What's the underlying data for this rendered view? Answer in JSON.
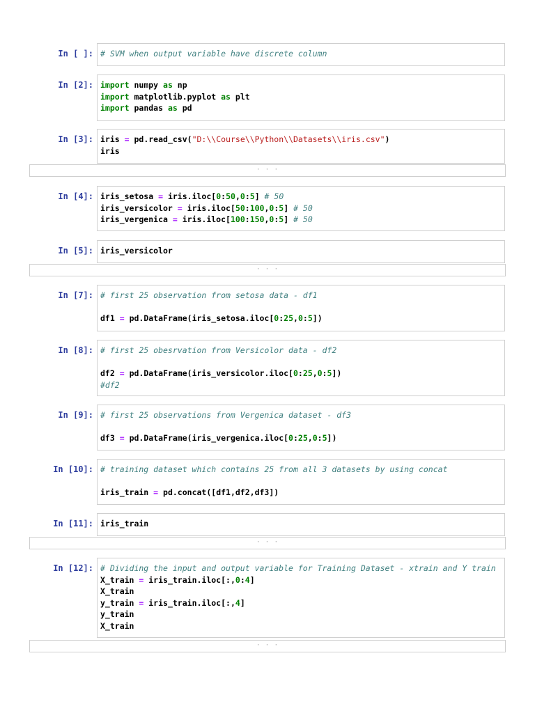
{
  "cells": [
    {
      "prompt": "In [ ]:",
      "top": 0,
      "lines": [
        [
          {
            "t": "cm",
            "v": "# SVM when output variable have discrete column"
          }
        ]
      ]
    },
    {
      "prompt": "In [2]:",
      "lines": [
        [
          {
            "t": "kw",
            "v": "import"
          },
          {
            "t": "id",
            "v": " numpy "
          },
          {
            "t": "kw",
            "v": "as"
          },
          {
            "t": "id",
            "v": " np"
          }
        ],
        [
          {
            "t": "kw",
            "v": "import"
          },
          {
            "t": "id",
            "v": " matplotlib.pyplot "
          },
          {
            "t": "kw",
            "v": "as"
          },
          {
            "t": "id",
            "v": " plt"
          }
        ],
        [
          {
            "t": "kw",
            "v": "import"
          },
          {
            "t": "id",
            "v": " pandas "
          },
          {
            "t": "kw",
            "v": "as"
          },
          {
            "t": "id",
            "v": " pd"
          }
        ]
      ]
    },
    {
      "prompt": "In [3]:",
      "lines": [
        [
          {
            "t": "id",
            "v": "iris "
          },
          {
            "t": "op",
            "v": "="
          },
          {
            "t": "id",
            "v": " pd.read_csv("
          },
          {
            "t": "str",
            "v": "\"D:\\\\Course\\\\Python\\\\Datasets\\\\iris.csv\""
          },
          {
            "t": "id",
            "v": ")"
          }
        ],
        [
          {
            "t": "id",
            "v": "iris"
          }
        ]
      ]
    },
    {
      "prompt": "In [4]:",
      "lines": [
        [
          {
            "t": "id",
            "v": "iris_setosa "
          },
          {
            "t": "op",
            "v": "="
          },
          {
            "t": "id",
            "v": " iris.iloc["
          },
          {
            "t": "num",
            "v": "0"
          },
          {
            "t": "id",
            "v": ":"
          },
          {
            "t": "num",
            "v": "50"
          },
          {
            "t": "id",
            "v": ","
          },
          {
            "t": "num",
            "v": "0"
          },
          {
            "t": "id",
            "v": ":"
          },
          {
            "t": "num",
            "v": "5"
          },
          {
            "t": "id",
            "v": "] "
          },
          {
            "t": "cm",
            "v": "# 50"
          }
        ],
        [
          {
            "t": "id",
            "v": "iris_versicolor "
          },
          {
            "t": "op",
            "v": "="
          },
          {
            "t": "id",
            "v": " iris.iloc["
          },
          {
            "t": "num",
            "v": "50"
          },
          {
            "t": "id",
            "v": ":"
          },
          {
            "t": "num",
            "v": "100"
          },
          {
            "t": "id",
            "v": ","
          },
          {
            "t": "num",
            "v": "0"
          },
          {
            "t": "id",
            "v": ":"
          },
          {
            "t": "num",
            "v": "5"
          },
          {
            "t": "id",
            "v": "] "
          },
          {
            "t": "cm",
            "v": "# 50"
          }
        ],
        [
          {
            "t": "id",
            "v": "iris_vergenica "
          },
          {
            "t": "op",
            "v": "="
          },
          {
            "t": "id",
            "v": " iris.iloc["
          },
          {
            "t": "num",
            "v": "100"
          },
          {
            "t": "id",
            "v": ":"
          },
          {
            "t": "num",
            "v": "150"
          },
          {
            "t": "id",
            "v": ","
          },
          {
            "t": "num",
            "v": "0"
          },
          {
            "t": "id",
            "v": ":"
          },
          {
            "t": "num",
            "v": "5"
          },
          {
            "t": "id",
            "v": "] "
          },
          {
            "t": "cm",
            "v": "# 50"
          }
        ]
      ]
    },
    {
      "prompt": "In [5]:",
      "lines": [
        [
          {
            "t": "id",
            "v": "iris_versicolor"
          }
        ]
      ]
    },
    {
      "prompt": "In [7]:",
      "lines": [
        [
          {
            "t": "cm",
            "v": "# first 25 observation from setosa data - df1"
          }
        ],
        [],
        [
          {
            "t": "id",
            "v": "df1 "
          },
          {
            "t": "op",
            "v": "="
          },
          {
            "t": "id",
            "v": " pd.DataFrame(iris_setosa.iloc["
          },
          {
            "t": "num",
            "v": "0"
          },
          {
            "t": "id",
            "v": ":"
          },
          {
            "t": "num",
            "v": "25"
          },
          {
            "t": "id",
            "v": ","
          },
          {
            "t": "num",
            "v": "0"
          },
          {
            "t": "id",
            "v": ":"
          },
          {
            "t": "num",
            "v": "5"
          },
          {
            "t": "id",
            "v": "])"
          }
        ]
      ]
    },
    {
      "prompt": "In [8]:",
      "lines": [
        [
          {
            "t": "cm",
            "v": "# first 25 obesrvation from Versicolor data - df2"
          }
        ],
        [],
        [
          {
            "t": "id",
            "v": "df2 "
          },
          {
            "t": "op",
            "v": "="
          },
          {
            "t": "id",
            "v": " pd.DataFrame(iris_versicolor.iloc["
          },
          {
            "t": "num",
            "v": "0"
          },
          {
            "t": "id",
            "v": ":"
          },
          {
            "t": "num",
            "v": "25"
          },
          {
            "t": "id",
            "v": ","
          },
          {
            "t": "num",
            "v": "0"
          },
          {
            "t": "id",
            "v": ":"
          },
          {
            "t": "num",
            "v": "5"
          },
          {
            "t": "id",
            "v": "])"
          }
        ],
        [
          {
            "t": "cm",
            "v": "#df2"
          }
        ]
      ]
    },
    {
      "prompt": "In [9]:",
      "lines": [
        [
          {
            "t": "cm",
            "v": "# first 25 observations from Vergenica dataset - df3"
          }
        ],
        [],
        [
          {
            "t": "id",
            "v": "df3 "
          },
          {
            "t": "op",
            "v": "="
          },
          {
            "t": "id",
            "v": " pd.DataFrame(iris_vergenica.iloc["
          },
          {
            "t": "num",
            "v": "0"
          },
          {
            "t": "id",
            "v": ":"
          },
          {
            "t": "num",
            "v": "25"
          },
          {
            "t": "id",
            "v": ","
          },
          {
            "t": "num",
            "v": "0"
          },
          {
            "t": "id",
            "v": ":"
          },
          {
            "t": "num",
            "v": "5"
          },
          {
            "t": "id",
            "v": "])"
          }
        ]
      ]
    },
    {
      "prompt": "In [10]:",
      "lines": [
        [
          {
            "t": "cm",
            "v": "# training dataset which contains 25 from all 3 datasets by using concat"
          }
        ],
        [],
        [
          {
            "t": "id",
            "v": "iris_train "
          },
          {
            "t": "op",
            "v": "="
          },
          {
            "t": "id",
            "v": " pd.concat([df1,df2,df3])"
          }
        ]
      ]
    },
    {
      "prompt": "In [11]:",
      "lines": [
        [
          {
            "t": "id",
            "v": "iris_train"
          }
        ]
      ]
    },
    {
      "prompt": "In [12]:",
      "lines": [
        [
          {
            "t": "cm",
            "v": "# Dividing the input and output variable for Training Dataset - xtrain and Y train"
          }
        ],
        [
          {
            "t": "id",
            "v": "X_train "
          },
          {
            "t": "op",
            "v": "="
          },
          {
            "t": "id",
            "v": " iris_train.iloc[:,"
          },
          {
            "t": "num",
            "v": "0"
          },
          {
            "t": "id",
            "v": ":"
          },
          {
            "t": "num",
            "v": "4"
          },
          {
            "t": "id",
            "v": "]"
          }
        ],
        [
          {
            "t": "id",
            "v": "X_train"
          }
        ],
        [
          {
            "t": "id",
            "v": "y_train "
          },
          {
            "t": "op",
            "v": "="
          },
          {
            "t": "id",
            "v": " iris_train.iloc[:,"
          },
          {
            "t": "num",
            "v": "4"
          },
          {
            "t": "id",
            "v": "]"
          }
        ],
        [
          {
            "t": "id",
            "v": "y_train"
          }
        ],
        [
          {
            "t": "id",
            "v": "X_train"
          }
        ]
      ]
    }
  ],
  "collapsed_output_label": "· · ·"
}
